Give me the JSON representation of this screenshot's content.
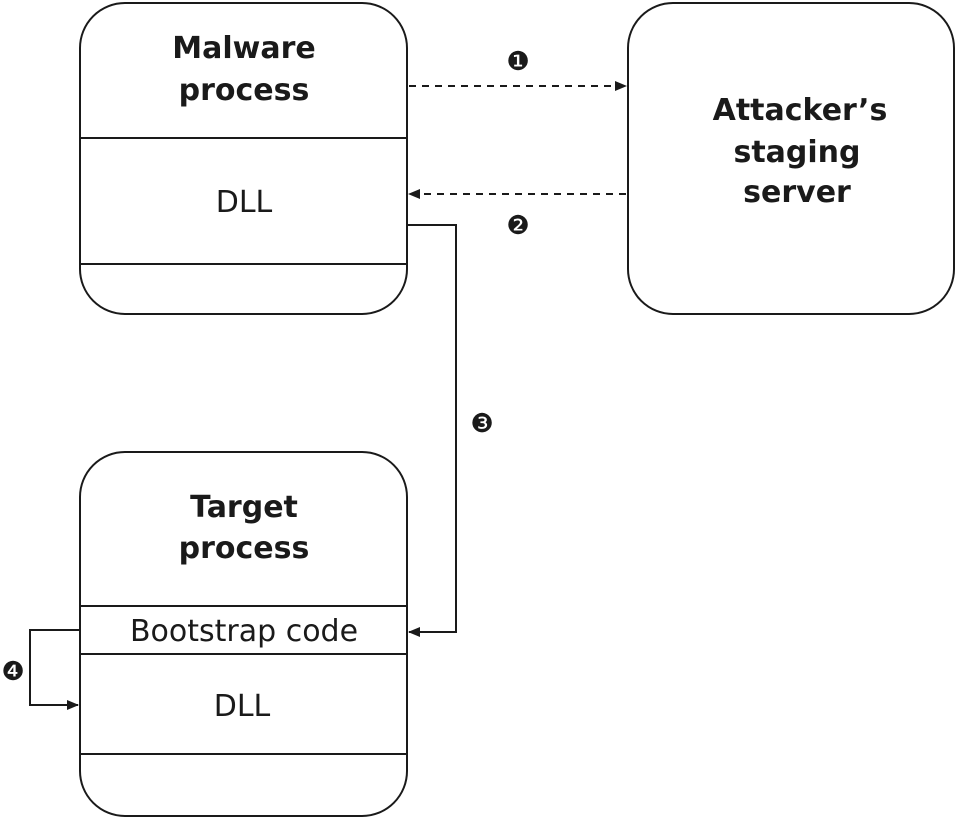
{
  "malware_process": {
    "title_line1": "Malware",
    "title_line2": "process",
    "dll_label": "DLL"
  },
  "staging_server": {
    "line1": "Attacker’s",
    "line2": "staging",
    "line3": "server"
  },
  "target_process": {
    "title_line1": "Target",
    "title_line2": "process",
    "bootstrap_label": "Bootstrap code",
    "dll_label": "DLL"
  },
  "steps": {
    "s1": "❶",
    "s2": "❷",
    "s3": "❸",
    "s4": "❹"
  },
  "colors": {
    "stroke": "#1a1a1a",
    "background": "#ffffff"
  }
}
